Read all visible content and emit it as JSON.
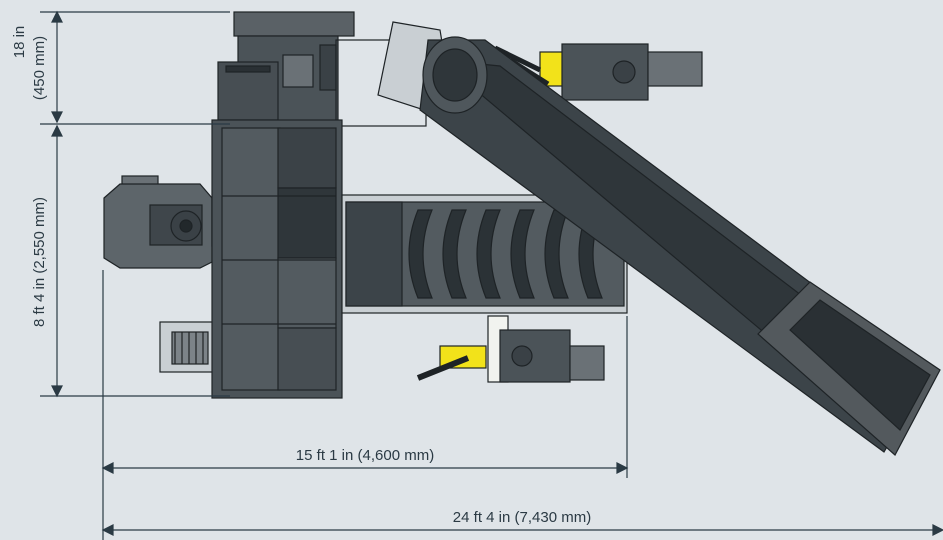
{
  "dimensions": {
    "top_section_height": "18 in",
    "top_section_height_metric": "(450 mm)",
    "body_height": "8 ft 4 in (2,550 mm)",
    "chassis_length": "15 ft 1 in (4,600 mm)",
    "overall_length": "24 ft 4 in (7,430 mm)"
  },
  "colors": {
    "background": "#dfe4e8",
    "body_dark": "#3c4449",
    "body_mid": "#535b60",
    "body_light": "#6a7176",
    "outline": "#1e2326",
    "frame_light": "#c9cfd3",
    "accent_yellow": "#f2e21a",
    "dimension_line": "#2b3a44"
  }
}
